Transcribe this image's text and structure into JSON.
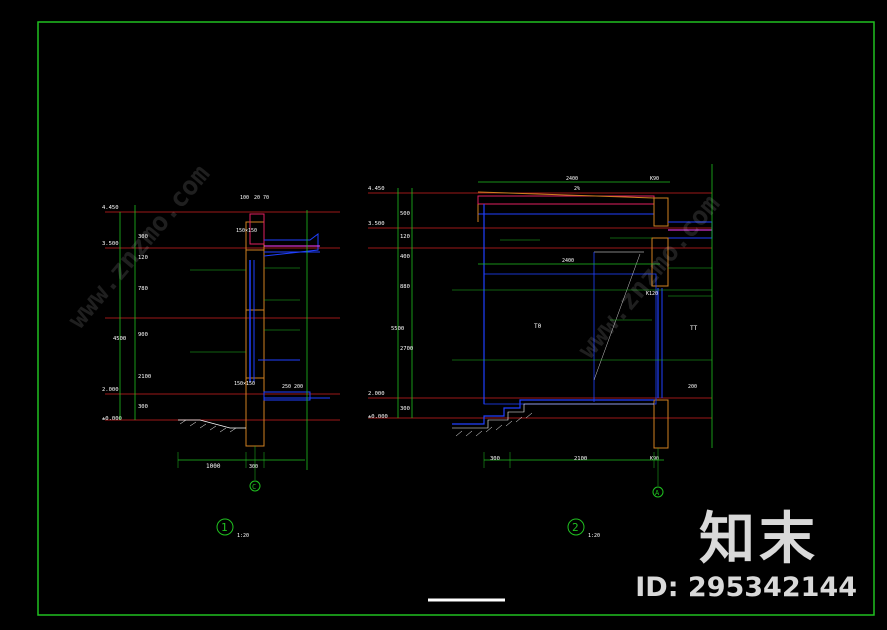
{
  "drawing": {
    "detail_1": {
      "number": "1",
      "scale": "1:20",
      "grid_bubble": "C",
      "levels": [
        "4.450",
        "3.500",
        "2.000",
        "±0.000"
      ],
      "vertical_dims": [
        "300",
        "120",
        "780",
        "900",
        "2100",
        "300",
        "4500"
      ],
      "horizontal_dims": [
        "1000",
        "300"
      ],
      "top_dims": [
        "100",
        "20",
        "70"
      ],
      "callout": "250 200",
      "small_text": "150×150"
    },
    "detail_2": {
      "number": "2",
      "scale": "1:20",
      "grid_bubble": "A",
      "levels": [
        "4.450",
        "3.500",
        "2.000",
        "±0.000"
      ],
      "vertical_dims": [
        "500",
        "120",
        "400",
        "880",
        "2700",
        "300",
        "5500"
      ],
      "horizontal_dims": [
        "300",
        "2100"
      ],
      "top_dims": [
        "2400",
        "2400",
        "2%"
      ],
      "grid_labels": [
        "K90",
        "K120",
        "K90"
      ],
      "room_label_left": "T0",
      "room_label_right": "TT",
      "callout": "200"
    }
  },
  "watermark": {
    "logo": "知末",
    "id": "ID: 295342144",
    "diagonal": "www.znzmo.com"
  }
}
